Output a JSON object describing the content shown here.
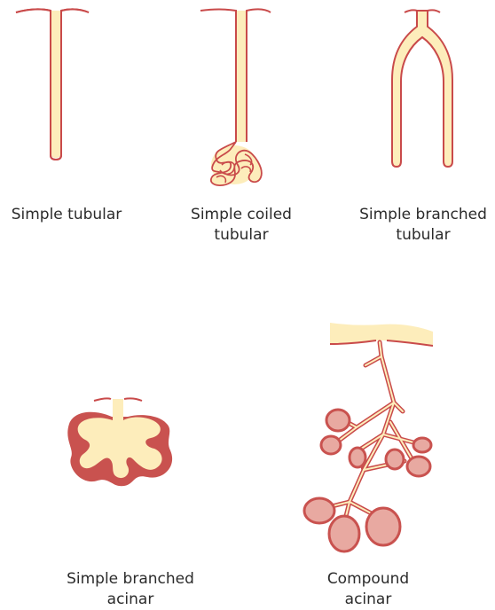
{
  "colors": {
    "lumen": "#fdedbb",
    "outline": "#c94a4a",
    "acinus_wall": "#c9524f",
    "acinus_fill": "#e8a9a1",
    "background": "#ffffff"
  },
  "labels": {
    "simple_tubular": "Simple tubular",
    "simple_coiled_tubular_1": "Simple coiled",
    "simple_coiled_tubular_2": "tubular",
    "simple_branched_tubular_1": "Simple branched",
    "simple_branched_tubular_2": "tubular",
    "simple_branched_acinar_1": "Simple branched",
    "simple_branched_acinar_2": "acinar",
    "compound_acinar_1": "Compound",
    "compound_acinar_2": "acinar"
  }
}
